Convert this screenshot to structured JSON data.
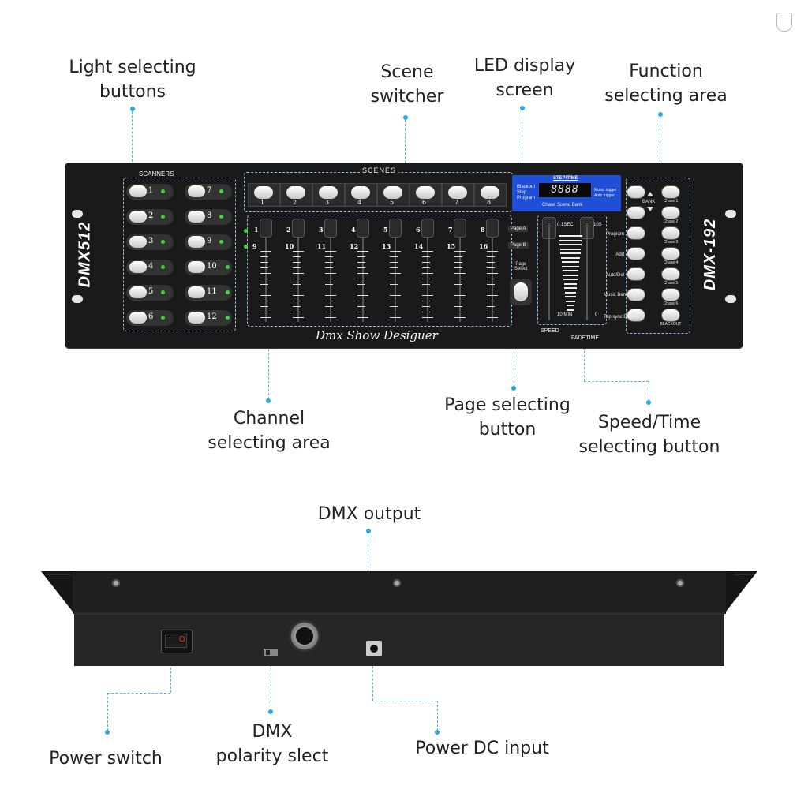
{
  "callouts": {
    "light_selecting": [
      "Light selecting",
      "buttons"
    ],
    "scene_switcher": [
      "Scene",
      "switcher"
    ],
    "led_display": [
      "LED display",
      "screen"
    ],
    "function_area": [
      "Function",
      "selecting area"
    ],
    "channel_area": [
      "Channel",
      "selecting area"
    ],
    "page_select": [
      "Page selecting",
      "button"
    ],
    "speed_time": [
      "Speed/Time",
      "selecting button"
    ],
    "dmx_output": [
      "DMX output"
    ],
    "power_switch": [
      "Power switch"
    ],
    "dmx_polarity": [
      "DMX",
      "polarity slect"
    ],
    "power_dc": [
      "Power DC input"
    ]
  },
  "device": {
    "left_model": "DMX512",
    "right_model": "DMX-192",
    "brand_script": "Dmx Show Desiguer",
    "scanners_label": "SCANNERS",
    "scenes_label": "SCENES",
    "scanner_numbers": [
      "1",
      "2",
      "3",
      "4",
      "5",
      "6",
      "7",
      "8",
      "9",
      "10",
      "11",
      "12"
    ],
    "scene_numbers": [
      "1",
      "2",
      "3",
      "4",
      "5",
      "6",
      "7",
      "8"
    ],
    "channel_top": [
      "1",
      "2",
      "3",
      "4",
      "5",
      "6",
      "7",
      "8"
    ],
    "channel_bottom": [
      "9",
      "10",
      "11",
      "12",
      "13",
      "14",
      "15",
      "16"
    ],
    "page_a": "Page A",
    "page_b": "Page B",
    "page_select": [
      "Page",
      "Select"
    ],
    "display": {
      "header": "STEP/TIME",
      "left": [
        "Blackout",
        "Step",
        "Program"
      ],
      "right": [
        "Music trigger",
        "Auto trigger"
      ],
      "digits": "8888",
      "footer": "Chase Scene Bank"
    },
    "speed_scale": {
      "top_left": "0.1SEC",
      "top_right": "10S",
      "bottom_left": "10 MIN",
      "bottom_right": "0"
    },
    "speed_label": "SPEED",
    "fadetime_label": "FADETIME",
    "bank_label": "BANK",
    "function_left": [
      "Program",
      "Add",
      "Auto/Del",
      "Music Bank copy",
      "Tap sync Display"
    ],
    "chases": [
      "Chase 1",
      "Chase 2",
      "Chase 3",
      "Chase 4",
      "Chase 5",
      "Chase 6",
      "BLACKOUT"
    ],
    "rear_switch": "O"
  },
  "colors": {
    "leader": "#5ab6e6",
    "display_bg": "#1e4fd6",
    "led_green": "#3fd43f"
  }
}
